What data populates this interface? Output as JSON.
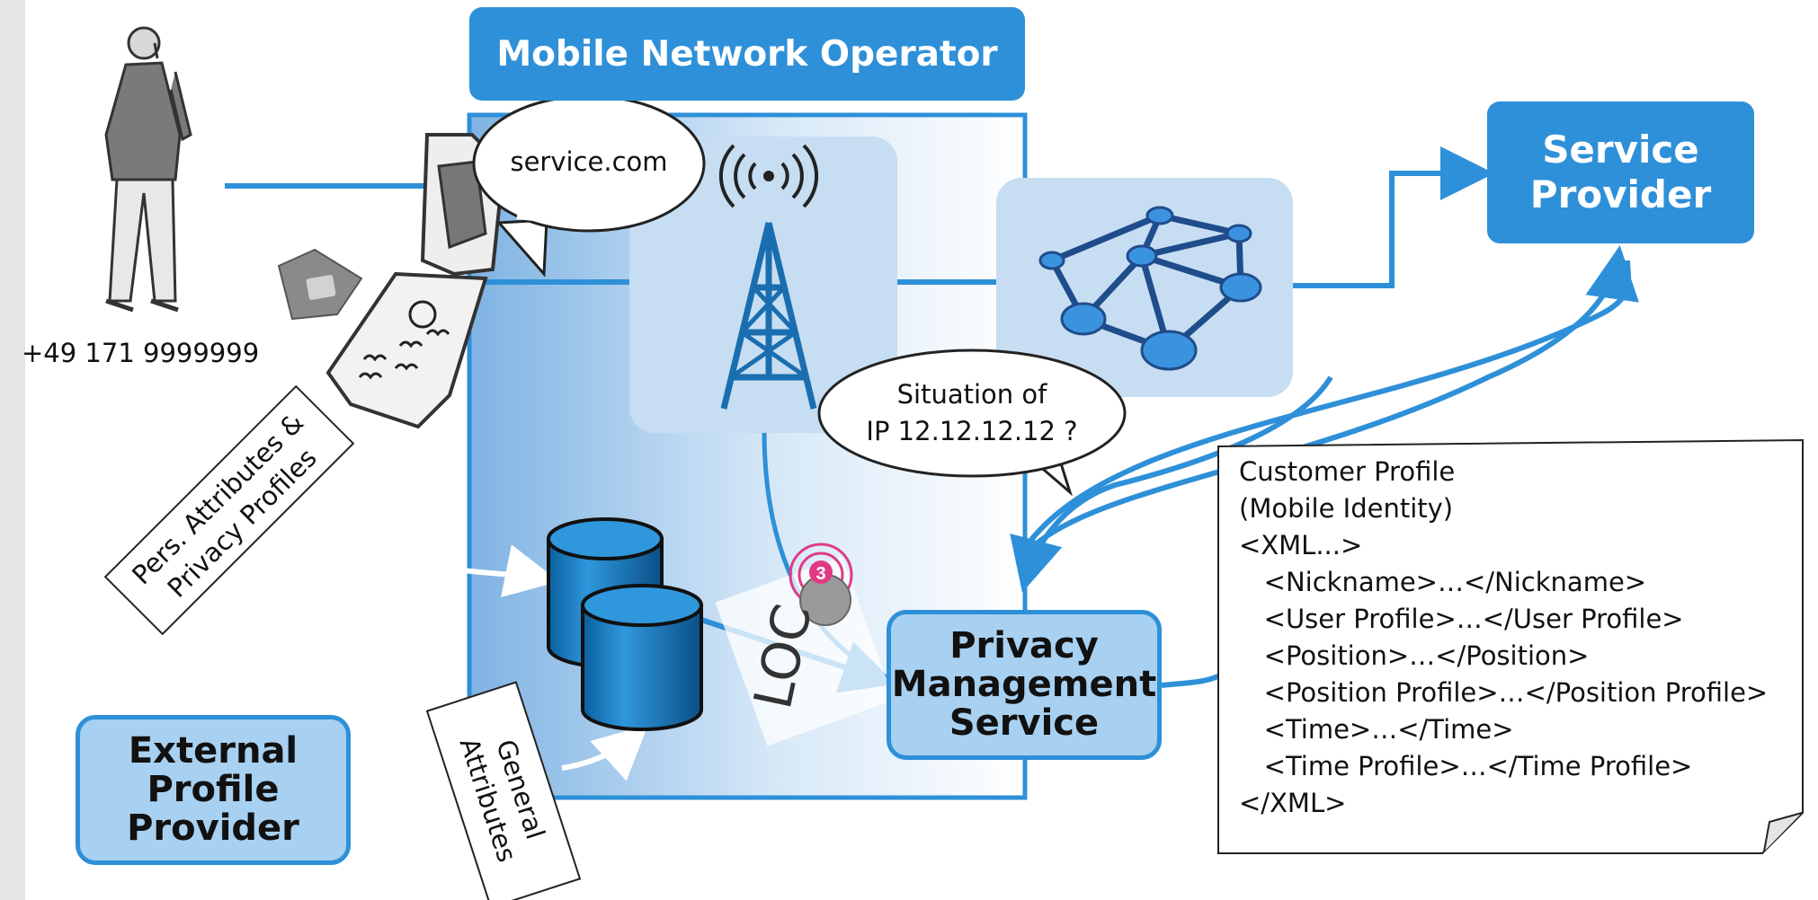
{
  "operator": {
    "title": "Mobile Network Operator"
  },
  "service_provider": {
    "line1": "Service",
    "line2": "Provider"
  },
  "privacy_service": {
    "line1": "Privacy",
    "line2": "Management",
    "line3": "Service"
  },
  "external_provider": {
    "line1": "External",
    "line2": "Profile",
    "line3": "Provider"
  },
  "phone_number": "+49 171 9999999",
  "bubble_url": "service.com",
  "bubble_question": {
    "line1": "Situation of",
    "line2": "IP 12.12.12.12 ?"
  },
  "pers_label": {
    "line1": "Pers. Attributes &",
    "line2": "Privacy Profiles"
  },
  "general_label": {
    "line1": "General",
    "line2": "Attributes"
  },
  "loc_label": "LOC",
  "loc_badge": "3",
  "customer_profile": {
    "lines": [
      "Customer Profile",
      "(Mobile Identity)",
      "<XML...>",
      "   <Nickname>…</Nickname>",
      "   <User Profile>…</User Profile>",
      "   <Position>…</Position>",
      "   <Position Profile>…</Position Profile>",
      "   <Time>…</Time>",
      "   <Time Profile>…</Time Profile>",
      "</XML>"
    ]
  },
  "colors": {
    "accent": "#2e90d8",
    "light": "#a8d0f0",
    "panel": "#c6ddf2"
  }
}
